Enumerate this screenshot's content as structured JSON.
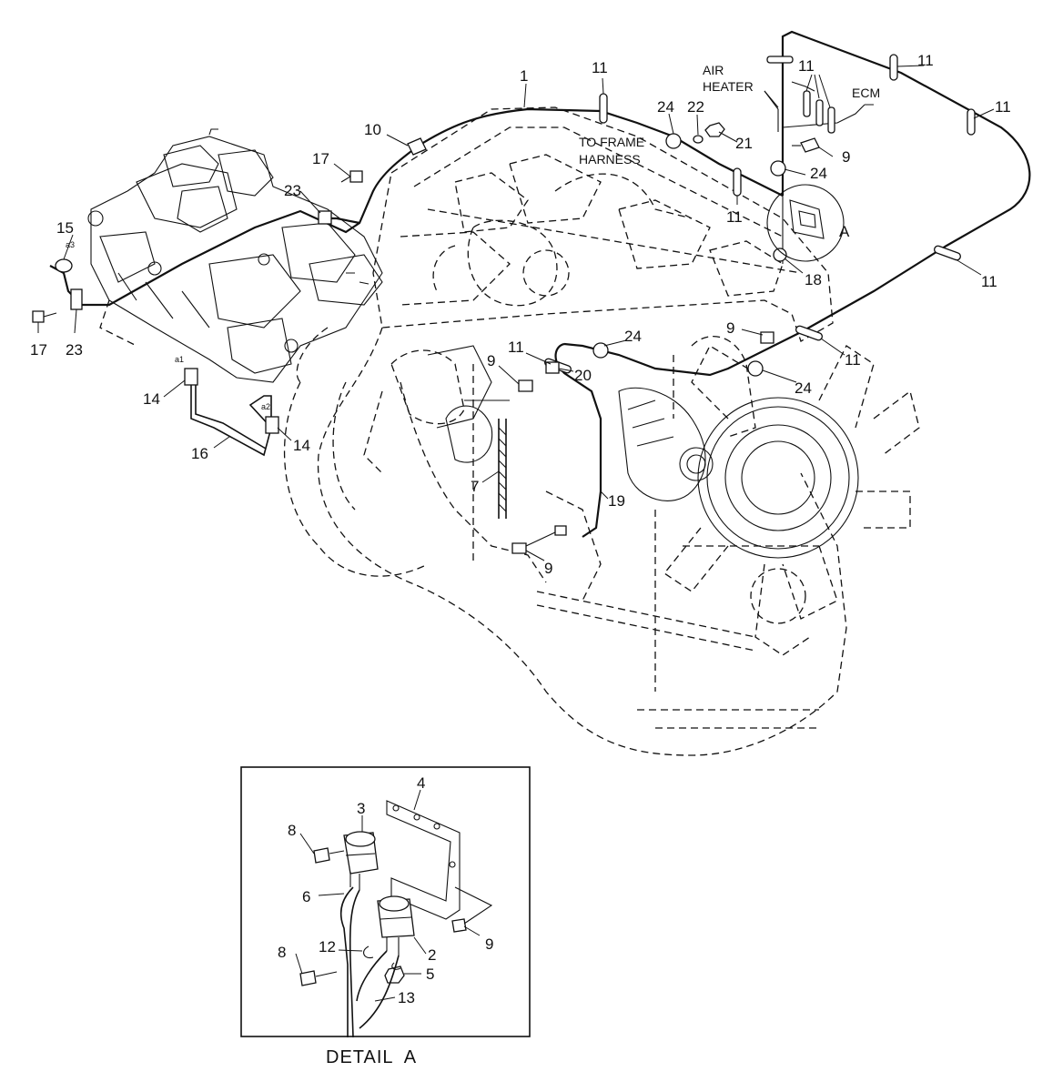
{
  "callouts": [
    {
      "id": "c1",
      "text": "1"
    },
    {
      "id": "c11a",
      "text": "11"
    },
    {
      "id": "c10",
      "text": "10"
    },
    {
      "id": "c17a",
      "text": "17"
    },
    {
      "id": "c23a",
      "text": "23"
    },
    {
      "id": "c15",
      "text": "15"
    },
    {
      "id": "c17b",
      "text": "17"
    },
    {
      "id": "c23b",
      "text": "23"
    },
    {
      "id": "c24a",
      "text": "24"
    },
    {
      "id": "c22",
      "text": "22"
    },
    {
      "id": "c21",
      "text": "21"
    },
    {
      "id": "c11b",
      "text": "11"
    },
    {
      "id": "c11c",
      "text": "11"
    },
    {
      "id": "c11d",
      "text": "11"
    },
    {
      "id": "c9a",
      "text": "9"
    },
    {
      "id": "c24b",
      "text": "24"
    },
    {
      "id": "c11e",
      "text": "11"
    },
    {
      "id": "c18",
      "text": "18"
    },
    {
      "id": "c11f",
      "text": "11"
    },
    {
      "id": "cA",
      "text": "A"
    },
    {
      "id": "c9b",
      "text": "9"
    },
    {
      "id": "c11g",
      "text": "11"
    },
    {
      "id": "c24c",
      "text": "24"
    },
    {
      "id": "c24d",
      "text": "24"
    },
    {
      "id": "c11h",
      "text": "11"
    },
    {
      "id": "c9c",
      "text": "9"
    },
    {
      "id": "c20",
      "text": "20"
    },
    {
      "id": "c14a",
      "text": "14"
    },
    {
      "id": "c14b",
      "text": "14"
    },
    {
      "id": "c16",
      "text": "16"
    },
    {
      "id": "c7",
      "text": "7"
    },
    {
      "id": "c19",
      "text": "19"
    },
    {
      "id": "c9d",
      "text": "9"
    },
    {
      "id": "c4",
      "text": "4"
    },
    {
      "id": "c3",
      "text": "3"
    },
    {
      "id": "c8a",
      "text": "8"
    },
    {
      "id": "c6",
      "text": "6"
    },
    {
      "id": "c9e",
      "text": "9"
    },
    {
      "id": "c12",
      "text": "12"
    },
    {
      "id": "c2",
      "text": "2"
    },
    {
      "id": "c8b",
      "text": "8"
    },
    {
      "id": "c5",
      "text": "5"
    },
    {
      "id": "c13",
      "text": "13"
    }
  ],
  "port_marks": {
    "a3": "a3",
    "a1": "a1",
    "a2": "a2"
  },
  "notes": {
    "to_frame_1": "TO FRAME",
    "to_frame_2": "HARNESS",
    "air_heater_1": "AIR",
    "air_heater_2": "HEATER",
    "ecm": "ECM"
  },
  "detail_title": "DETAIL  A"
}
